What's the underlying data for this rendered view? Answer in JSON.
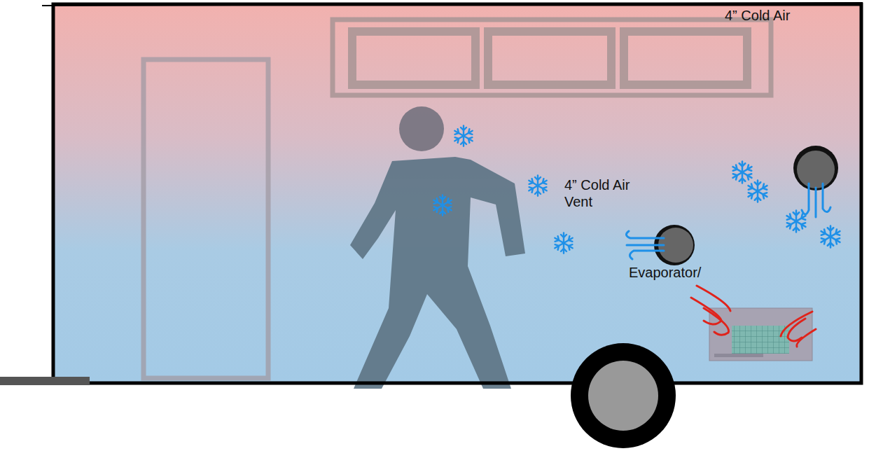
{
  "diagram": {
    "labels": [
      "4” Cold Air",
      "4” Cold Air Vent",
      "Evaporator/"
    ]
  }
}
